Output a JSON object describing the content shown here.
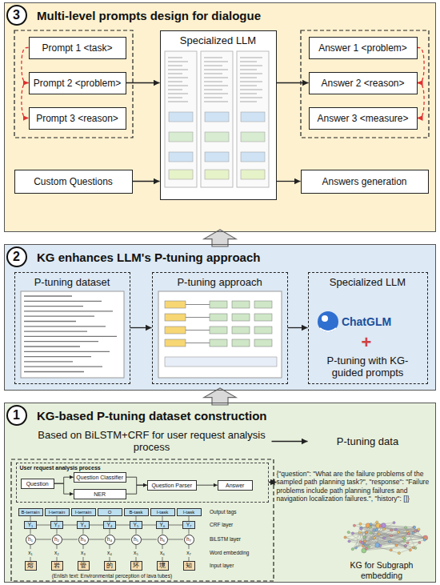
{
  "diagram": {
    "nodes": [
      {
        "text": [
          "Multi-level prompts design for dialogue"
        ]
      },
      {
        "text": [
          "3"
        ],
        "in": 0
      },
      {
        "text": [
          "Prompt 1 <task>"
        ],
        "in": 0
      },
      {
        "text": [
          "Prompt 2 <problem>"
        ],
        "in": 0
      },
      {
        "text": [
          "Prompt 3 <reason>"
        ],
        "in": 0
      },
      {
        "text": [
          "Custom Questions"
        ],
        "in": 0
      },
      {
        "text": [
          "Specialized LLM"
        ],
        "in": 0
      },
      {
        "text": [
          "Answer 1 <problem>"
        ],
        "in": 0
      },
      {
        "text": [
          "Answer 2 <reason>"
        ],
        "in": 0
      },
      {
        "text": [
          "Answer 3 <measure>"
        ],
        "in": 0
      },
      {
        "text": [
          "Answers generation"
        ],
        "in": 0
      },
      {
        "text": [
          "KG enhances LLM's P-tuning approach"
        ]
      },
      {
        "text": [
          "2"
        ],
        "in": 11
      },
      {
        "text": [
          "P-tuning dataset"
        ],
        "in": 11
      },
      {
        "text": [
          "P-tuning approach"
        ],
        "in": 11
      },
      {
        "text": [
          "Specialized LLM",
          "P-tuning with KG-guided prompts"
        ],
        "in": 11
      },
      {
        "text": [
          "KG-based P-tuning dataset construction"
        ]
      },
      {
        "text": [
          "1"
        ],
        "in": 16
      },
      {
        "text": [
          "Based on BiLSTM+CRF for user request analysis process"
        ],
        "in": 16
      },
      {
        "text": [
          "P-tuning data"
        ],
        "in": 16
      },
      {
        "text": [
          "User request analysis process"
        ],
        "in": 16
      },
      {
        "text": [
          "Question"
        ],
        "in": 20
      },
      {
        "text": [
          "Question Classifier"
        ],
        "in": 20
      },
      {
        "text": [
          "NER"
        ],
        "in": 20
      },
      {
        "text": [
          "Question Parser"
        ],
        "in": 20
      },
      {
        "text": [
          "Answer"
        ],
        "in": 20
      },
      {
        "text": [
          "{\"question\": \"What are the failure problems of the sampled path planning task?\", \"response\": \"Failure problems include path planning failures and navigation localization failures.\", \"history\": []}"
        ],
        "in": 16
      },
      {
        "text": [
          "KG for Subgraph embedding"
        ],
        "in": 16
      }
    ],
    "edges": [
      {
        "from": 3,
        "to": 6,
        "arrow": "to"
      },
      {
        "from": 5,
        "to": 6,
        "arrow": "to"
      },
      {
        "from": 6,
        "to": 8,
        "arrow": "to"
      },
      {
        "from": 6,
        "to": 10,
        "arrow": "to"
      },
      {
        "from": 2,
        "to": 3,
        "arrow": "to"
      },
      {
        "from": 3,
        "to": 4,
        "arrow": "to"
      },
      {
        "from": 7,
        "to": 8,
        "arrow": "to"
      },
      {
        "from": 8,
        "to": 9,
        "arrow": "to"
      },
      {
        "from": 13,
        "to": 14,
        "arrow": "to"
      },
      {
        "from": 14,
        "to": 15,
        "arrow": "to"
      },
      {
        "from": 16,
        "to": 11,
        "arrow": "to"
      },
      {
        "from": 11,
        "to": 0,
        "arrow": "to"
      },
      {
        "from": 18,
        "to": 19,
        "arrow": "to"
      },
      {
        "from": 21,
        "to": 22,
        "arrow": "to"
      },
      {
        "from": 21,
        "to": 23,
        "arrow": "to"
      },
      {
        "from": 22,
        "to": 24,
        "arrow": "to"
      },
      {
        "from": 23,
        "to": 24,
        "arrow": "to"
      },
      {
        "from": 24,
        "to": 25,
        "arrow": "to"
      },
      {
        "from": 20,
        "to": 26,
        "arrow": "both"
      }
    ],
    "labels": [
      "ChatGLM",
      "+",
      "B-terrain",
      "I-terrain",
      "I-terrain",
      "O",
      "B-task",
      "I-task",
      "I-task",
      "Y₁",
      "Y₂",
      "Y₃",
      "Y₄",
      "Y₅",
      "Y₆",
      "Y₇",
      "h₁",
      "h₂",
      "h₃",
      "h₄",
      "h₅",
      "h₆",
      "h₇",
      "x₁",
      "x₂",
      "x₃",
      "x₄",
      "x₅",
      "x₆",
      "x₇",
      "熔",
      "岩",
      "管",
      "的",
      "环",
      "境",
      "知",
      "Output tags",
      "CRF layer",
      "BiLSTM layer",
      "Word embedding",
      "Input layer",
      "(Enlish text: Environmental perception of lava tubes)"
    ]
  }
}
